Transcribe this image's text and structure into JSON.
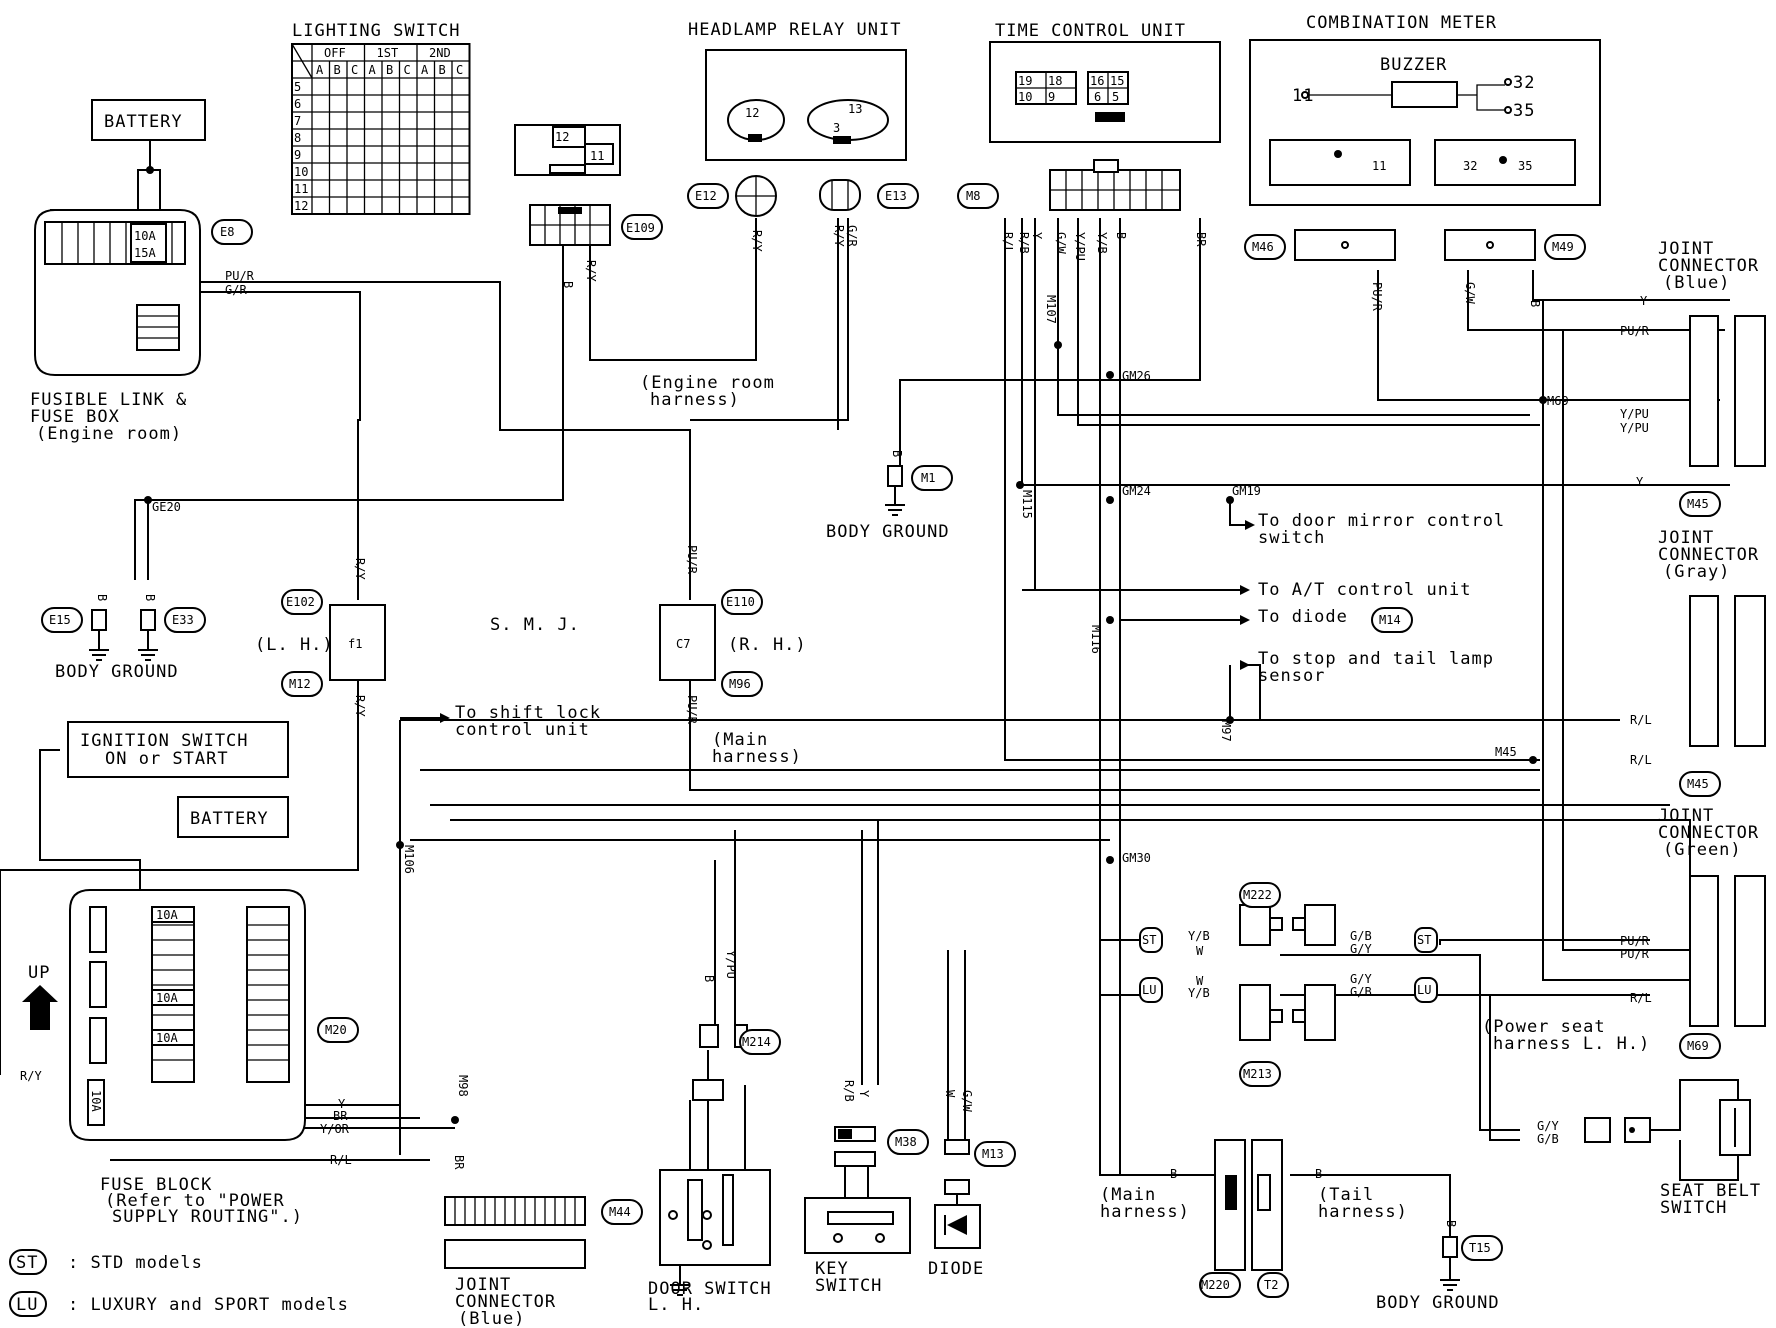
{
  "title_labels": {
    "lighting_switch": "LIGHTING SWITCH",
    "headlamp_relay": "HEADLAMP RELAY UNIT",
    "time_control": "TIME CONTROL UNIT",
    "combination_meter": "COMBINATION METER",
    "buzzer": "BUZZER",
    "battery_top": "BATTERY",
    "battery_mid": "BATTERY",
    "fusible_link": [
      "FUSIBLE LINK &",
      "FUSE BOX",
      "(Engine room)"
    ],
    "ignition_switch": [
      "IGNITION SWITCH",
      "ON or START"
    ],
    "fuse_block": [
      "FUSE BLOCK",
      "(Refer to \"POWER",
      "SUPPLY ROUTING\".)"
    ],
    "body_ground_left": "BODY GROUND",
    "body_ground_m1": "BODY GROUND",
    "body_ground_t15": "BODY GROUND",
    "smj": "S. M. J.",
    "lh": "(L. H.)",
    "rh": "(R. H.)",
    "engine_room_harness": [
      "(Engine room",
      "harness)"
    ],
    "main_harness_mid": [
      "(Main",
      "harness)"
    ],
    "main_harness_bottom": [
      "(Main",
      "harness)"
    ],
    "tail_harness": [
      "(Tail",
      "harness)"
    ],
    "power_seat": [
      "(Power seat",
      "harness L. H.)"
    ],
    "to_shift_lock": [
      "To shift lock",
      "control unit"
    ],
    "to_door_mirror": [
      "To door mirror control",
      "switch"
    ],
    "to_at": "To A/T control unit",
    "to_diode": "To diode",
    "to_stop_tail": [
      "To stop and tail lamp",
      "sensor"
    ],
    "joint_blue": [
      "JOINT",
      "CONNECTOR",
      "(Blue)"
    ],
    "joint_gray": [
      "JOINT",
      "CONNECTOR",
      "(Gray)"
    ],
    "joint_green": [
      "JOINT",
      "CONNECTOR",
      "(Green)"
    ],
    "joint_bottom": [
      "JOINT",
      "CONNECTOR",
      "(Blue)"
    ],
    "door_switch": [
      "DOOR SWITCH",
      "L. H."
    ],
    "key_switch": [
      "KEY",
      "SWITCH"
    ],
    "diode": "DIODE",
    "seat_belt": [
      "SEAT BELT",
      "SWITCH"
    ],
    "up": "UP"
  },
  "legend": [
    {
      "code": "ST",
      "text": ": STD models"
    },
    {
      "code": "LU",
      "text": ": LUXURY and SPORT models"
    }
  ],
  "lighting_table": {
    "headers": [
      "OFF",
      "1ST",
      "2ND"
    ],
    "cols": [
      "A",
      "B",
      "C",
      "A",
      "B",
      "C",
      "A",
      "B",
      "C"
    ],
    "rows": [
      "5",
      "6",
      "7",
      "8",
      "9",
      "10",
      "11",
      "12"
    ]
  },
  "connectors": {
    "E8": "E8",
    "E109": "E109",
    "E12": "E12",
    "E13": "E13",
    "M8": "M8",
    "M46": "M46",
    "M49": "M49",
    "M45a": "M45",
    "M45b": "M45",
    "M69": "M69",
    "M1": "M1",
    "E15": "E15",
    "E33": "E33",
    "E102": "E102",
    "M12": "M12",
    "E110": "E110",
    "M96": "M96",
    "M14": "M14",
    "M20": "M20",
    "M44": "M44",
    "M214": "M214",
    "M38": "M38",
    "M13": "M13",
    "M222": "M222",
    "M213": "M213",
    "M220": "M220",
    "T2": "T2",
    "T15": "T15"
  },
  "fuses": {
    "fl": "10A",
    "fl2": "15A",
    "f1": "10A",
    "f2": "10A",
    "f3": "10A",
    "f4": "10A"
  },
  "pins": {
    "h12": "12",
    "h13": "13",
    "h3": "3",
    "ls12": "12",
    "ls11": "11",
    "tc19": "19",
    "tc18": "18",
    "tc16": "16",
    "tc15": "15",
    "tc10": "10",
    "tc9": "9",
    "tc6": "6",
    "tc5": "5",
    "bz11": "11",
    "bz32": "32",
    "bz35": "35",
    "cm11": "11",
    "cm32": "32",
    "cm35": "35",
    "smj_l": "f1",
    "smj_r": "C7"
  },
  "wires": {
    "pur1": "PU/R",
    "gr1": "G/R",
    "b_e109": "B",
    "ry_e109": "R/Y",
    "ry_e12": "R/Y",
    "ry_e13": "R/Y",
    "gr_e13": "G/R",
    "b_ge": "B",
    "b_e33": "B",
    "ry_smj": "R/Y",
    "ry_smj2": "R/Y",
    "pur_smj": "PU/R",
    "pur_smj2": "PU/R",
    "m8_rl": "R/L",
    "m8_rb": "R/B",
    "m8_y": "Y",
    "m8_gw": "G/W",
    "m8_ypu": "Y/PU",
    "m8_yb": "Y/B",
    "m8_b": "B",
    "m8_br": "BR",
    "b_m1": "B",
    "m46_pur": "PU/R",
    "m49_gw": "G/W",
    "m49_b": "B",
    "jb_y": "Y",
    "jb_pur": "PU/R",
    "jb_ypu1": "Y/PU",
    "jb_ypu2": "Y/PU",
    "jb_y2": "Y",
    "jg_rl": "R/L",
    "jg_rl2": "R/L",
    "jgr_pur1": "PU/R",
    "jgr_pur2": "PU/R",
    "jgr_rl": "R/L",
    "fb_ry": "R/Y",
    "fb_y": "Y",
    "fb_br": "BR",
    "fb_yor": "Y/OR",
    "fb_rl": "R/L",
    "m44_br": "BR",
    "m214_b": "B",
    "m214_ypu": "Y/PU",
    "m38_rb": "R/B",
    "m38_y": "Y",
    "m13_w": "W",
    "m13_gw": "G/W",
    "st_yb": "Y/B",
    "st_w": "W",
    "lu_w": "W",
    "lu_yb": "Y/B",
    "st_gb": "G/B",
    "st_gy": "G/Y",
    "lu_gy": "G/Y",
    "lu_gb": "G/B",
    "sb_gy": "G/Y",
    "sb_gb": "G/B",
    "b_m220": "B",
    "b_t2": "B",
    "b_t15": "B"
  },
  "junctions": {
    "ge20": "GE20",
    "gm26": "GM26",
    "gm24": "GM24",
    "gm19": "GM19",
    "gm30": "GM30",
    "m107": "M107",
    "m115": "M115",
    "m116": "M116",
    "m97": "M97",
    "m45j": "M45",
    "m69j": "M69",
    "m106": "M106",
    "m98": "M98"
  }
}
